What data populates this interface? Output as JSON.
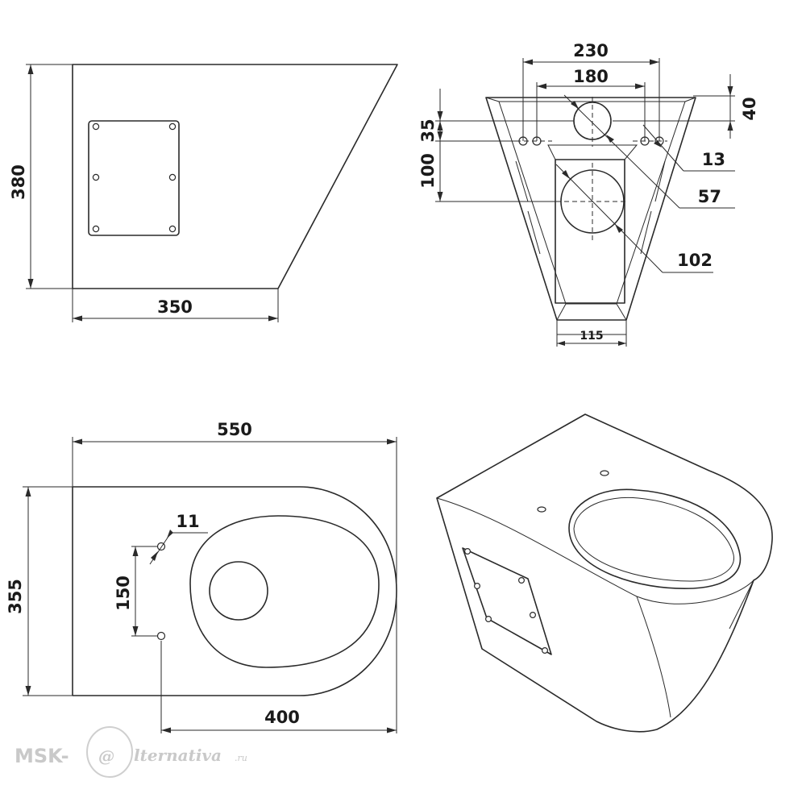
{
  "side_view": {
    "height_label": "380",
    "width_label": "350"
  },
  "rear_view": {
    "top_width_label": "230",
    "inner_width_label": "180",
    "right_offset_label": "40",
    "left_offset_label": "35",
    "left_height_label": "100",
    "hole_small_label": "13",
    "hole_mid_label": "57",
    "outlet_label": "102",
    "base_width_label": "115"
  },
  "top_view": {
    "length_label": "550",
    "depth_label": "355",
    "hole_label": "11",
    "hole_spacing_label": "150",
    "hole_to_front_label": "400"
  },
  "watermark": {
    "brand": "MSK-",
    "brand_tail": "lternativa",
    "domain": ".ru"
  }
}
